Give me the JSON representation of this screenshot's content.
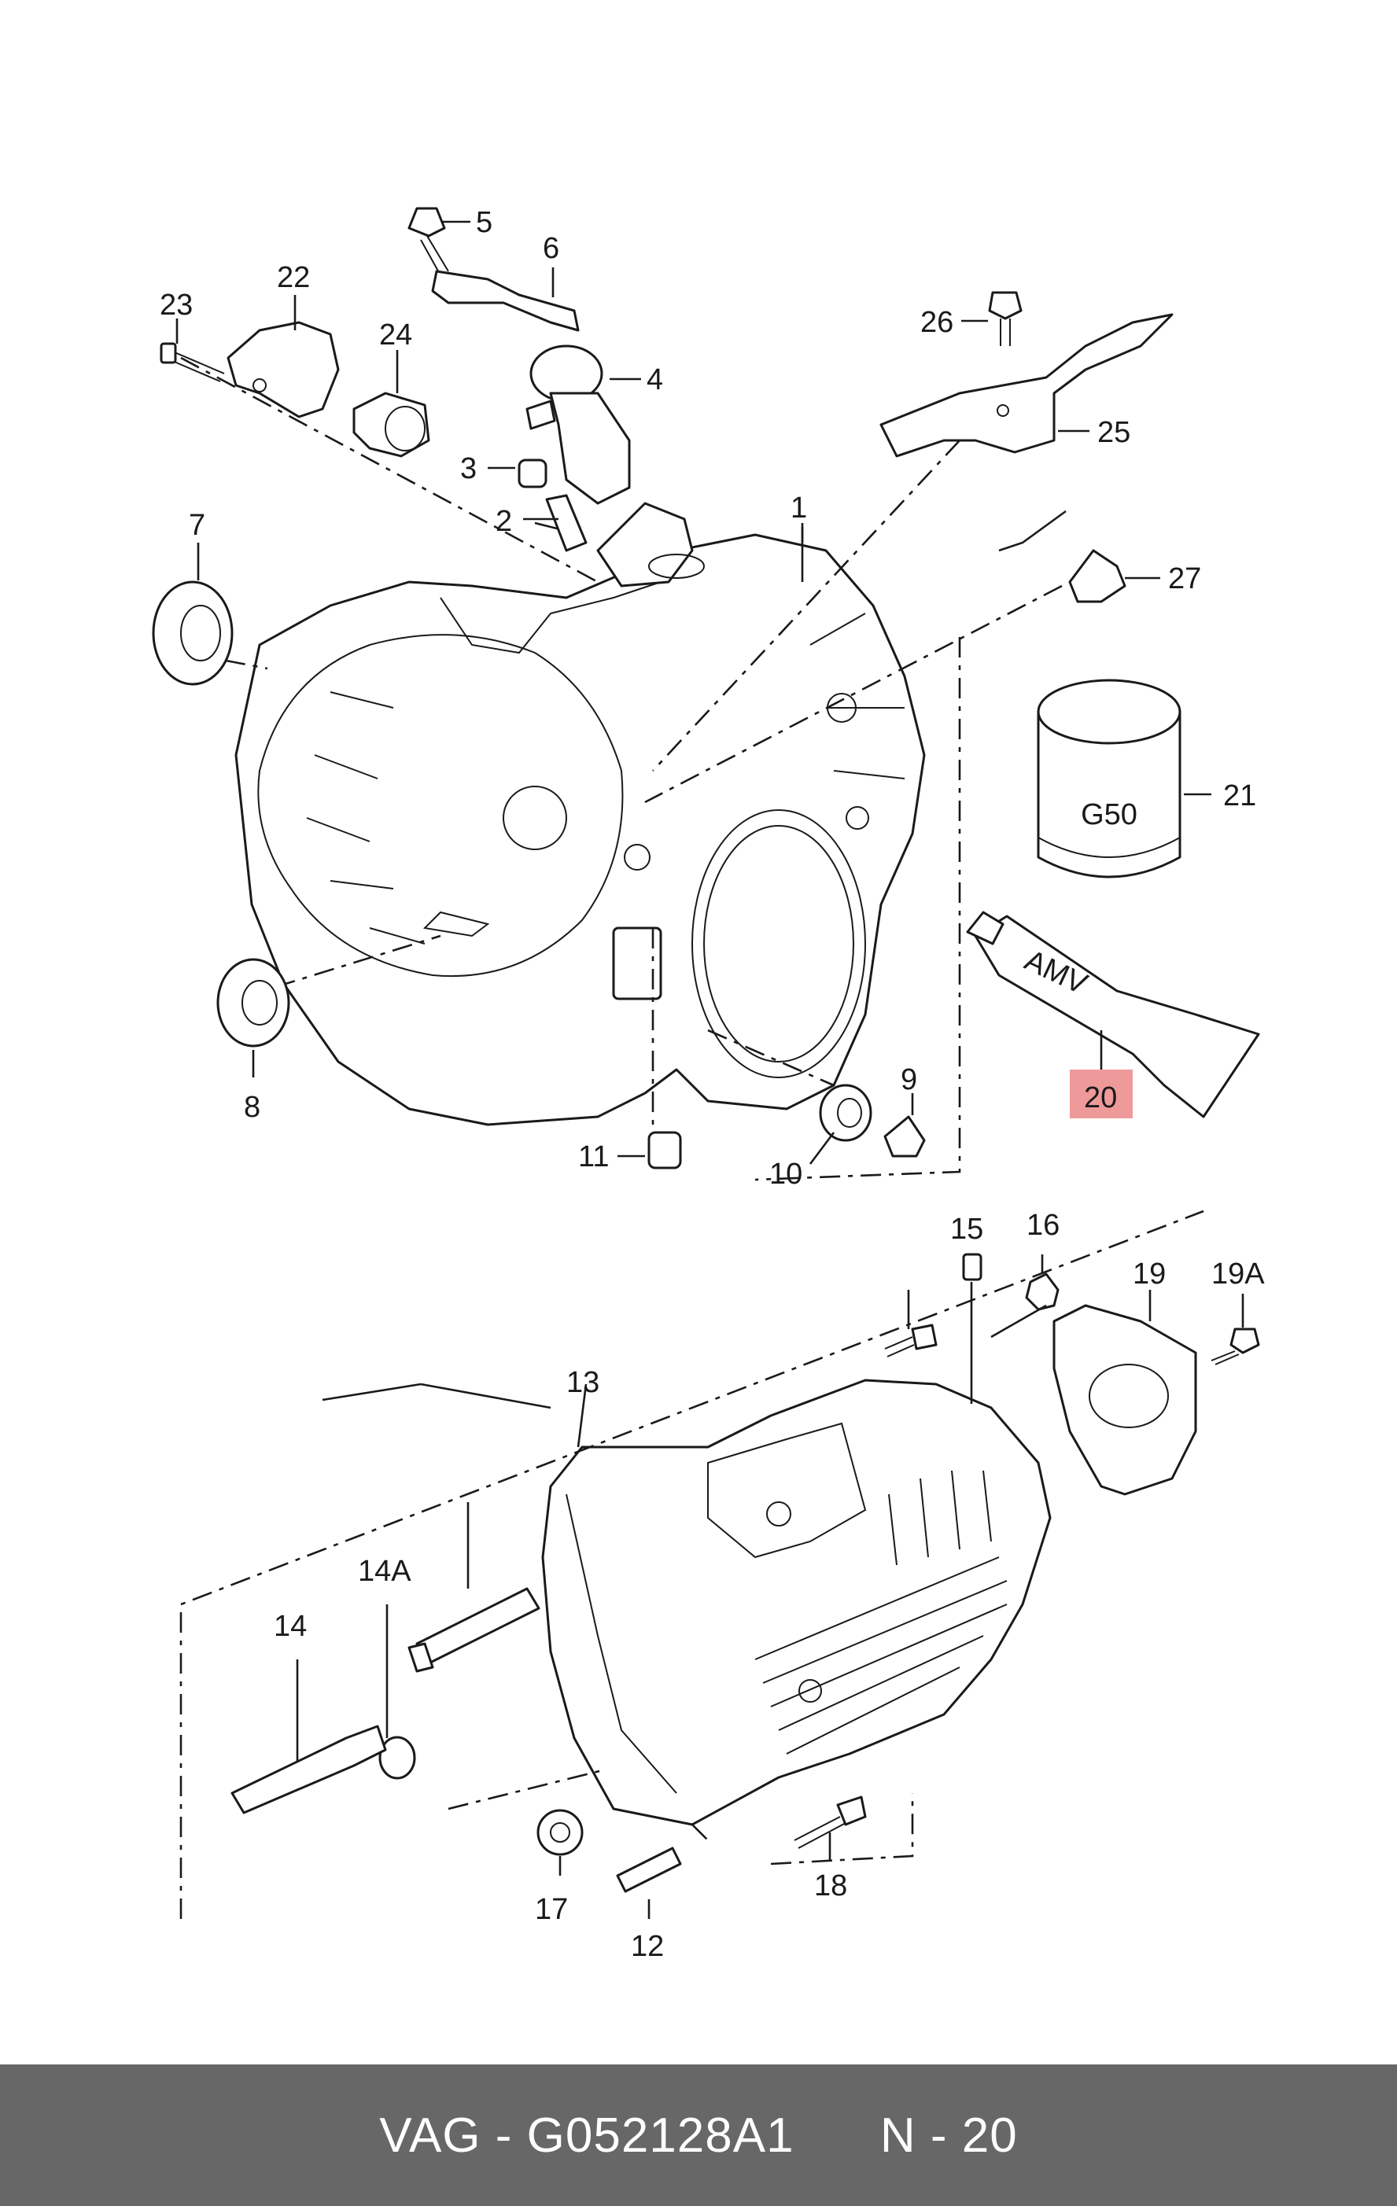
{
  "diagram": {
    "highlight_color": "#ef9a9a",
    "labels": [
      {
        "id": "1",
        "text": "1"
      },
      {
        "id": "2",
        "text": "2"
      },
      {
        "id": "3",
        "text": "3"
      },
      {
        "id": "4",
        "text": "4"
      },
      {
        "id": "5",
        "text": "5"
      },
      {
        "id": "6",
        "text": "6"
      },
      {
        "id": "7",
        "text": "7"
      },
      {
        "id": "8",
        "text": "8"
      },
      {
        "id": "9",
        "text": "9"
      },
      {
        "id": "10",
        "text": "10"
      },
      {
        "id": "11",
        "text": "11"
      },
      {
        "id": "12",
        "text": "12"
      },
      {
        "id": "13",
        "text": "13"
      },
      {
        "id": "14",
        "text": "14"
      },
      {
        "id": "14A",
        "text": "14A"
      },
      {
        "id": "15",
        "text": "15"
      },
      {
        "id": "16",
        "text": "16"
      },
      {
        "id": "17",
        "text": "17"
      },
      {
        "id": "18",
        "text": "18"
      },
      {
        "id": "19",
        "text": "19"
      },
      {
        "id": "19A",
        "text": "19A"
      },
      {
        "id": "20",
        "text": "20"
      },
      {
        "id": "21",
        "text": "21"
      },
      {
        "id": "22",
        "text": "22"
      },
      {
        "id": "23",
        "text": "23"
      },
      {
        "id": "24",
        "text": "24"
      },
      {
        "id": "25",
        "text": "25"
      },
      {
        "id": "26",
        "text": "26"
      },
      {
        "id": "27",
        "text": "27"
      }
    ],
    "can_text": "G50",
    "tube_text": "AMV"
  },
  "footer": {
    "text": "VAG - G052128A1      N - 20",
    "background": "#676767"
  }
}
